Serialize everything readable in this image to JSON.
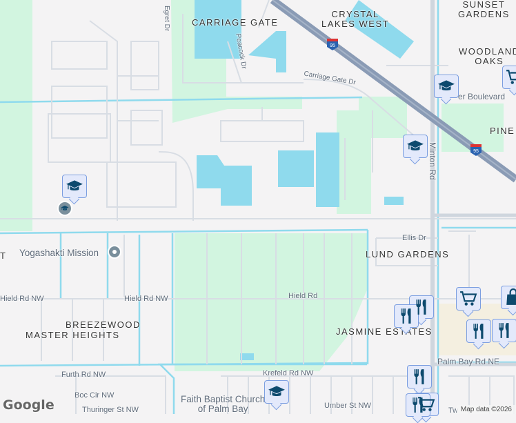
{
  "colors": {
    "land": "#f4f3f4",
    "park": "#d2f5e0",
    "water": "#8fdaed",
    "highway": "#8a9bb5",
    "road": "#d8dde4",
    "canal": "#8fdaed",
    "commercial": "#f4efe0",
    "marker_fill": "#e3e9fb",
    "marker_icon": "#0d4a6e"
  },
  "neighborhoods": {
    "carriage_gate": "CARRIAGE GATE",
    "crystal_lakes_west": "CRYSTAL\nLAKES WEST",
    "sunset_gardens": "SUNSET\nGARDENS",
    "woodland_oaks": "WOODLAND\nOAKS",
    "pine": "PINE",
    "lund_gardens": "LUND GARDENS",
    "breezewood": "BREEZEWOOD",
    "master_heights": "MASTER HEIGHTS",
    "jasmine_estates": "JASMINE ESTATES",
    "left_edge": "T"
  },
  "streets": {
    "egret": "Egret Dr",
    "peacock": "Peacock Dr",
    "carriage_gate_dr": "Carriage Gate Dr",
    "boulevard": "er Boulevard",
    "minton": "Minton Rd",
    "ellis": "Ellis Dr",
    "hield_nw_1": "Hield Rd NW",
    "hield_nw_2": "Hield Rd NW",
    "hield": "Hield Rd",
    "palm_bay": "Palm Bay Rd NE",
    "furth": "Furth Rd NW",
    "krefeld": "Krefeld Rd NW",
    "boc": "Boc Cir NW",
    "thuringer": "Thuringer St NW",
    "umber": "Umber St NW",
    "tw": "Tw"
  },
  "highway_shield": "95",
  "pois": {
    "yogashakti": "Yogashakti Mission",
    "faith_baptist": "Faith Baptist Church\nof Palm Bay"
  },
  "markers": {
    "school": "school-icon",
    "restaurant": "restaurant-icon",
    "grocery": "shopping-cart-icon",
    "shopping": "shopping-bag-icon"
  },
  "branding": {
    "logo": "Google",
    "attribution": "Map data ©2026"
  }
}
